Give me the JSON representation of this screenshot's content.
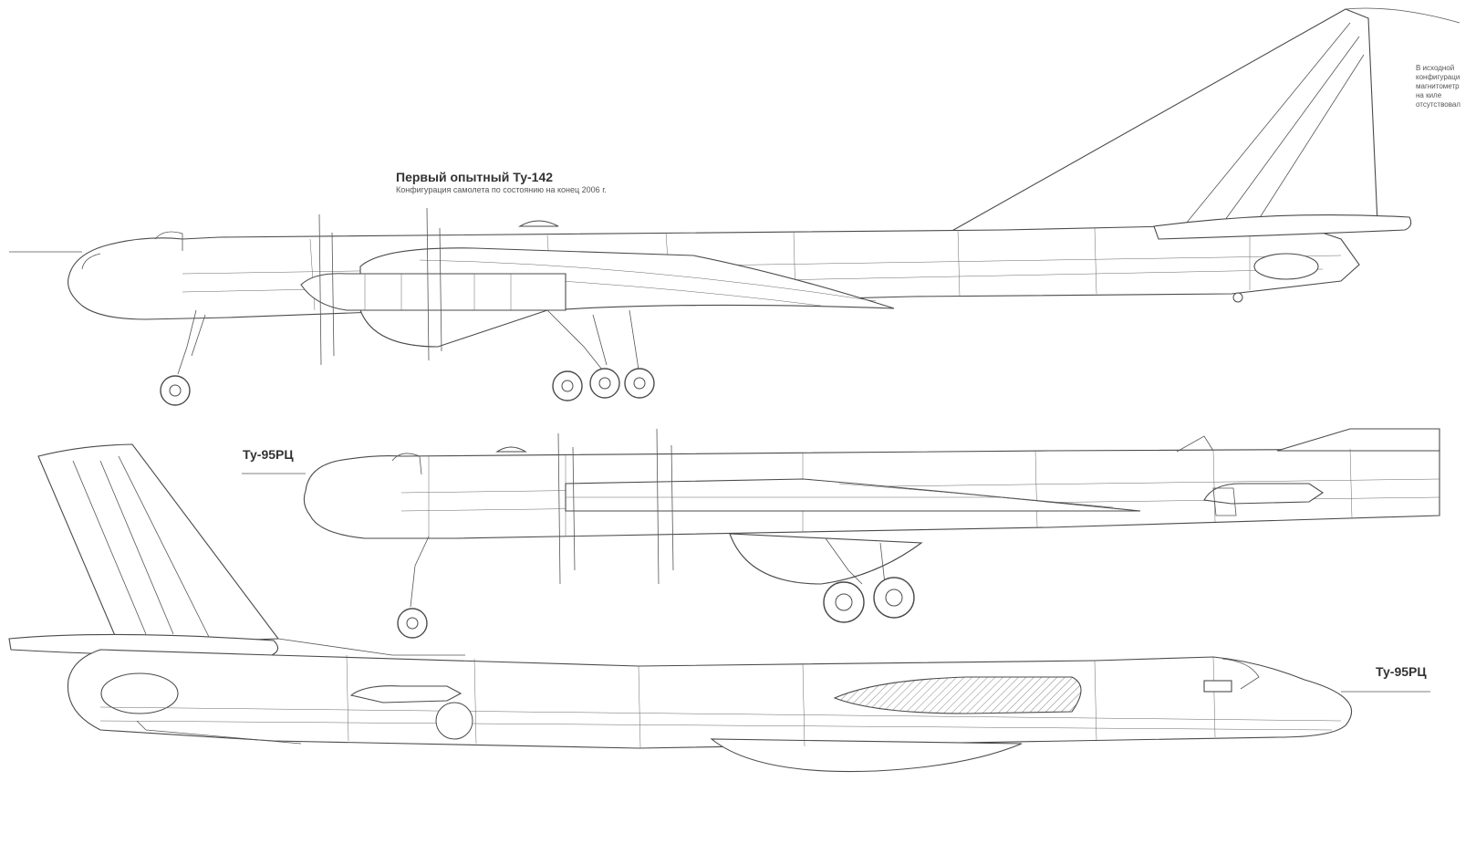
{
  "figures": [
    {
      "title": "Первый опытный Ту-142",
      "subtitle": "Конфигурация самолета по состоянию на конец 2006 г."
    },
    {
      "title": "Ту-95РЦ"
    },
    {
      "title": "Ту-95РЦ"
    }
  ],
  "note": {
    "lines": [
      "В исходной",
      "конфигураци",
      "магнитометр",
      "на киле",
      "отсутствовал"
    ]
  },
  "colors": {
    "line": "#4a4a4a",
    "background": "#ffffff"
  }
}
